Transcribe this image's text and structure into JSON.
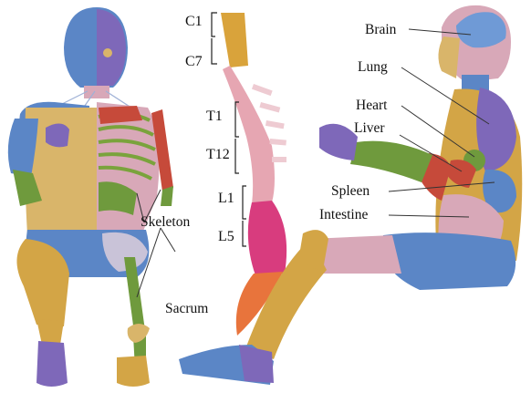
{
  "labels": {
    "skeleton": "Skeleton",
    "sacrum": "Sacrum",
    "brain": "Brain",
    "lung": "Lung",
    "heart": "Heart",
    "liver": "Liver",
    "spleen": "Spleen",
    "intestine": "Intestine"
  },
  "spine_regions": {
    "cervical_top": "C1",
    "cervical_bottom": "C7",
    "thoracic_top": "T1",
    "thoracic_bottom": "T12",
    "lumbar_top": "L1",
    "lumbar_bottom": "L5"
  },
  "colors": {
    "skin_blue": "#5b86c6",
    "skin_tan": "#d9b56a",
    "skin_pink": "#d8a8b8",
    "leg_gold": "#d3a546",
    "green": "#6f9a3d",
    "purple": "#7e68b9",
    "cervical": "#d9a33b",
    "thoracic": "#e6a6b2",
    "lumbar": "#d83c7e",
    "sacrum": "#e8743c"
  }
}
